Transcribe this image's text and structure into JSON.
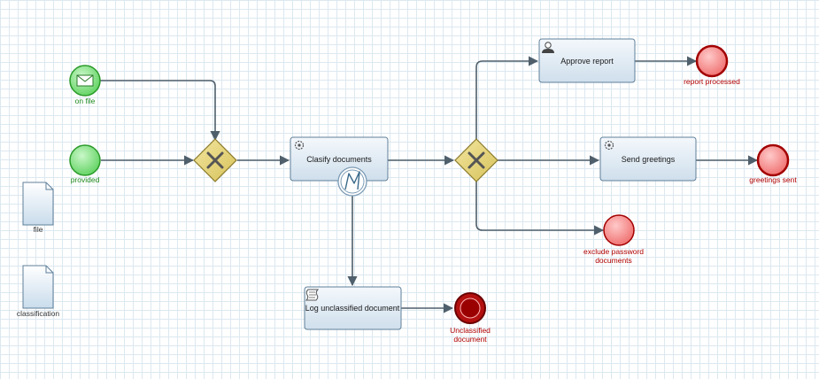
{
  "diagram": {
    "data_objects": {
      "file": "file",
      "classification": "classification"
    },
    "start_events": {
      "on_file": "on file",
      "provided": "provided"
    },
    "tasks": {
      "classify": "Clasify documents",
      "log": "Log unclassified document",
      "approve": "Approve report",
      "greetings": "Send greetings"
    },
    "end_events": {
      "report_processed": "report processed",
      "greetings_sent": "greetings sent",
      "exclude_line1": "exclude password",
      "exclude_line2": "documents",
      "unclassified_line1": "Unclassified",
      "unclassified_line2": "document"
    }
  },
  "colors": {
    "start_fill": "#7ee07e",
    "start_stroke": "#2a9a2a",
    "end_fill": "#f78b8b",
    "end_stroke": "#a30000",
    "gateway_fill": "#e8d77a",
    "task_fill": "#dde9f3",
    "task_stroke": "#5f7f99",
    "flow": "#4f5f6b"
  }
}
